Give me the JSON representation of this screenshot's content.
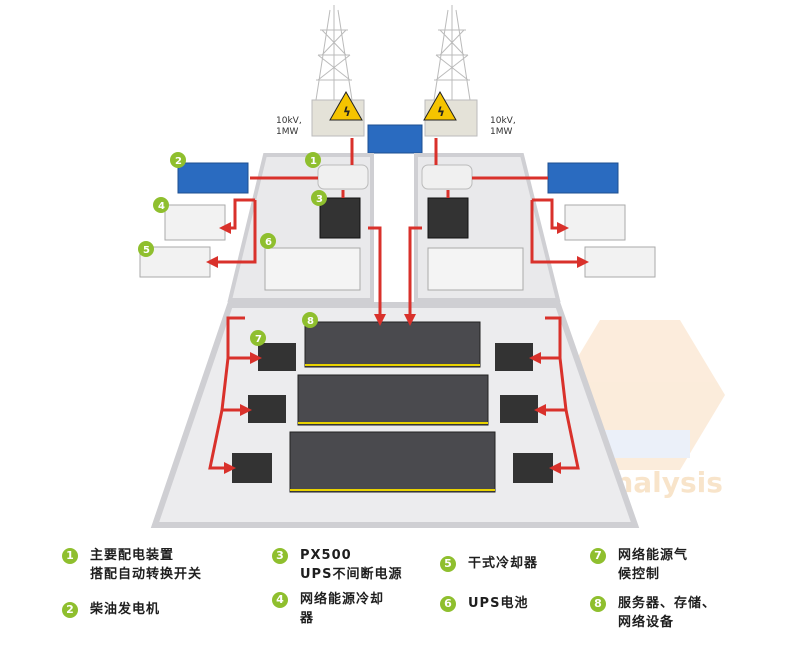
{
  "power_labels": [
    {
      "line1": "10kV,",
      "line2": "1MW"
    },
    {
      "line1": "10kV,",
      "line2": "1MW"
    }
  ],
  "markers": [
    "1",
    "2",
    "4",
    "5",
    "3",
    "6",
    "7",
    "8"
  ],
  "watermark": "semianalysis",
  "legend": [
    {
      "num": "1",
      "lines": [
        "主要配电装置",
        "搭配自动转换开关"
      ]
    },
    {
      "num": "2",
      "lines": [
        "柴油发电机"
      ]
    },
    {
      "num": "3",
      "lines": [
        "PX500",
        "UPS不间断电源"
      ]
    },
    {
      "num": "4",
      "lines": [
        "网络能源冷却",
        "器"
      ]
    },
    {
      "num": "5",
      "lines": [
        "干式冷却器"
      ]
    },
    {
      "num": "6",
      "lines": [
        "UPS电池"
      ]
    },
    {
      "num": "7",
      "lines": [
        "网络能源气",
        "候控制"
      ]
    },
    {
      "num": "8",
      "lines": [
        "服务器、存储、",
        "网络设备"
      ]
    }
  ],
  "colors": {
    "badge": "#8fbf2e",
    "cable": "#d9312b",
    "floor": "#e9e9eb",
    "wall": "#cfcfd3"
  }
}
